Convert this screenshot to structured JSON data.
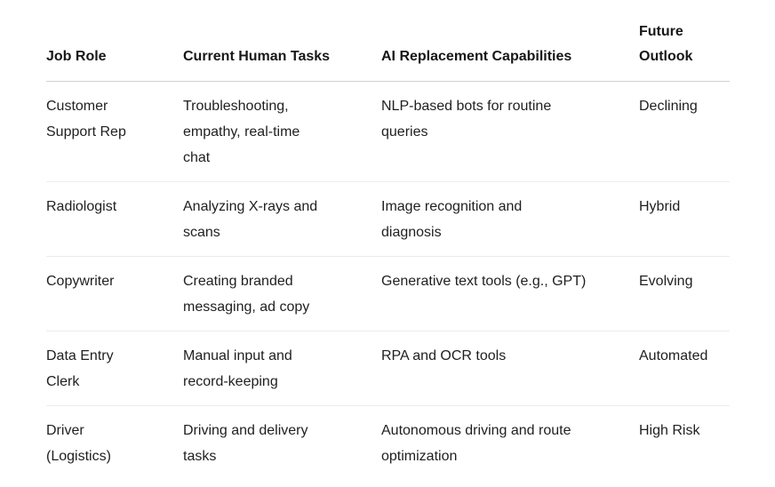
{
  "page": {
    "background_color": "#ffffff"
  },
  "table": {
    "colors": {
      "header_text": "#171717",
      "body_text": "#1f1f1f",
      "header_border": "#d0d0d0",
      "row_divider": "#ececec"
    },
    "columns": [
      {
        "label": "Job Role"
      },
      {
        "label": "Current Human Tasks"
      },
      {
        "label": "AI Replacement Capabilities"
      },
      {
        "label": "Future Outlook"
      }
    ],
    "rows": [
      {
        "job_role": "Customer\nSupport Rep",
        "current_human_tasks": "Troubleshooting,\nempathy, real-time\nchat",
        "ai_replacement_capabilities": "NLP-based bots for routine\nqueries",
        "future_outlook": "Declining"
      },
      {
        "job_role": "Radiologist",
        "current_human_tasks": "Analyzing X-rays and\nscans",
        "ai_replacement_capabilities": "Image recognition and\ndiagnosis",
        "future_outlook": "Hybrid"
      },
      {
        "job_role": "Copywriter",
        "current_human_tasks": "Creating branded\nmessaging, ad copy",
        "ai_replacement_capabilities": "Generative text tools (e.g., GPT)",
        "future_outlook": "Evolving"
      },
      {
        "job_role": "Data Entry\nClerk",
        "current_human_tasks": "Manual input and\nrecord-keeping",
        "ai_replacement_capabilities": "RPA and OCR tools",
        "future_outlook": "Automated"
      },
      {
        "job_role": "Driver\n(Logistics)",
        "current_human_tasks": "Driving and delivery\ntasks",
        "ai_replacement_capabilities": "Autonomous driving and route\noptimization",
        "future_outlook": "High Risk"
      }
    ]
  }
}
